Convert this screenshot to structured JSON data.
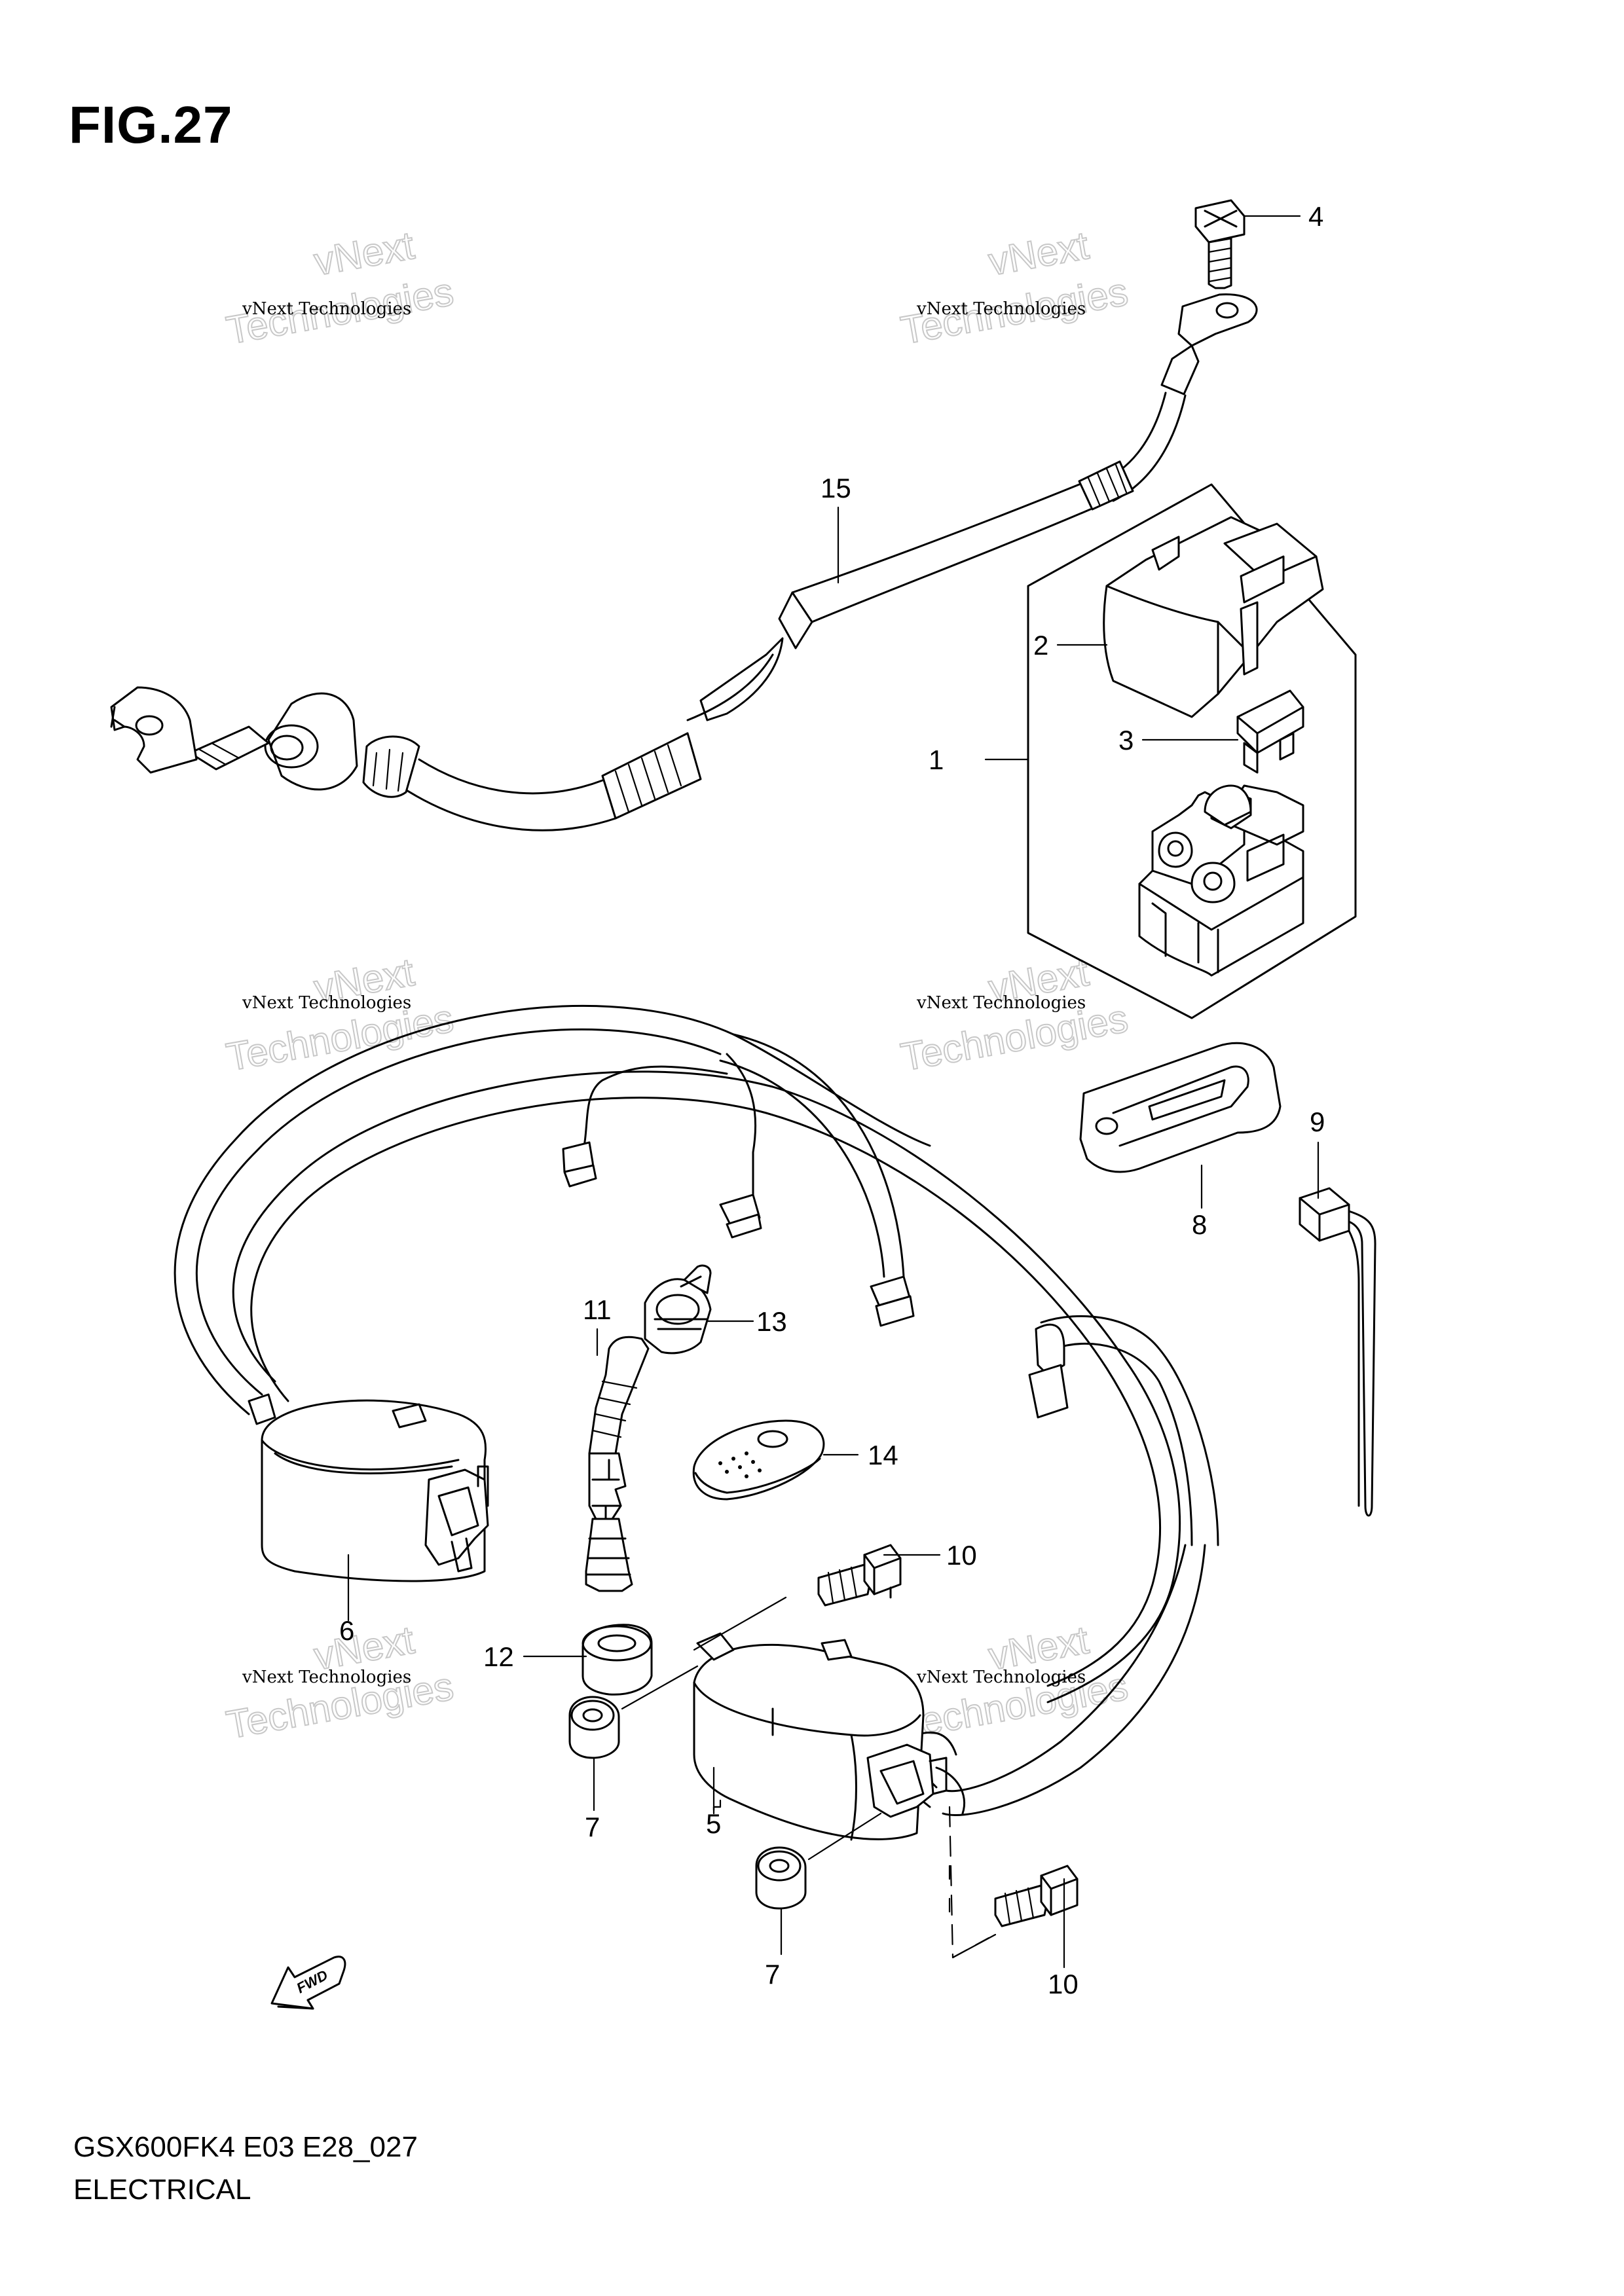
{
  "figure": {
    "title": "FIG.27",
    "model_code": "GSX600FK4 E03 E28_027",
    "section": "ELECTRICAL"
  },
  "direction_arrow": {
    "label": "FWD",
    "icon": "fwd-arrow-icon"
  },
  "watermark": {
    "line1": "vNext Technologies",
    "line2": "vNext",
    "line3": "Technologies"
  },
  "callouts": [
    {
      "id": "c1",
      "label": "1"
    },
    {
      "id": "c2",
      "label": "2"
    },
    {
      "id": "c3",
      "label": "3"
    },
    {
      "id": "c4",
      "label": "4"
    },
    {
      "id": "c5",
      "label": "5"
    },
    {
      "id": "c6",
      "label": "6"
    },
    {
      "id": "c7a",
      "label": "7"
    },
    {
      "id": "c7b",
      "label": "7"
    },
    {
      "id": "c8",
      "label": "8"
    },
    {
      "id": "c9",
      "label": "9"
    },
    {
      "id": "c10a",
      "label": "10"
    },
    {
      "id": "c10b",
      "label": "10"
    },
    {
      "id": "c11",
      "label": "11"
    },
    {
      "id": "c12",
      "label": "12"
    },
    {
      "id": "c13",
      "label": "13"
    },
    {
      "id": "c14",
      "label": "14"
    },
    {
      "id": "c15",
      "label": "15"
    }
  ],
  "colors": {
    "line": "#000000",
    "background": "#ffffff",
    "watermark_outline": "#c8c8c8"
  }
}
